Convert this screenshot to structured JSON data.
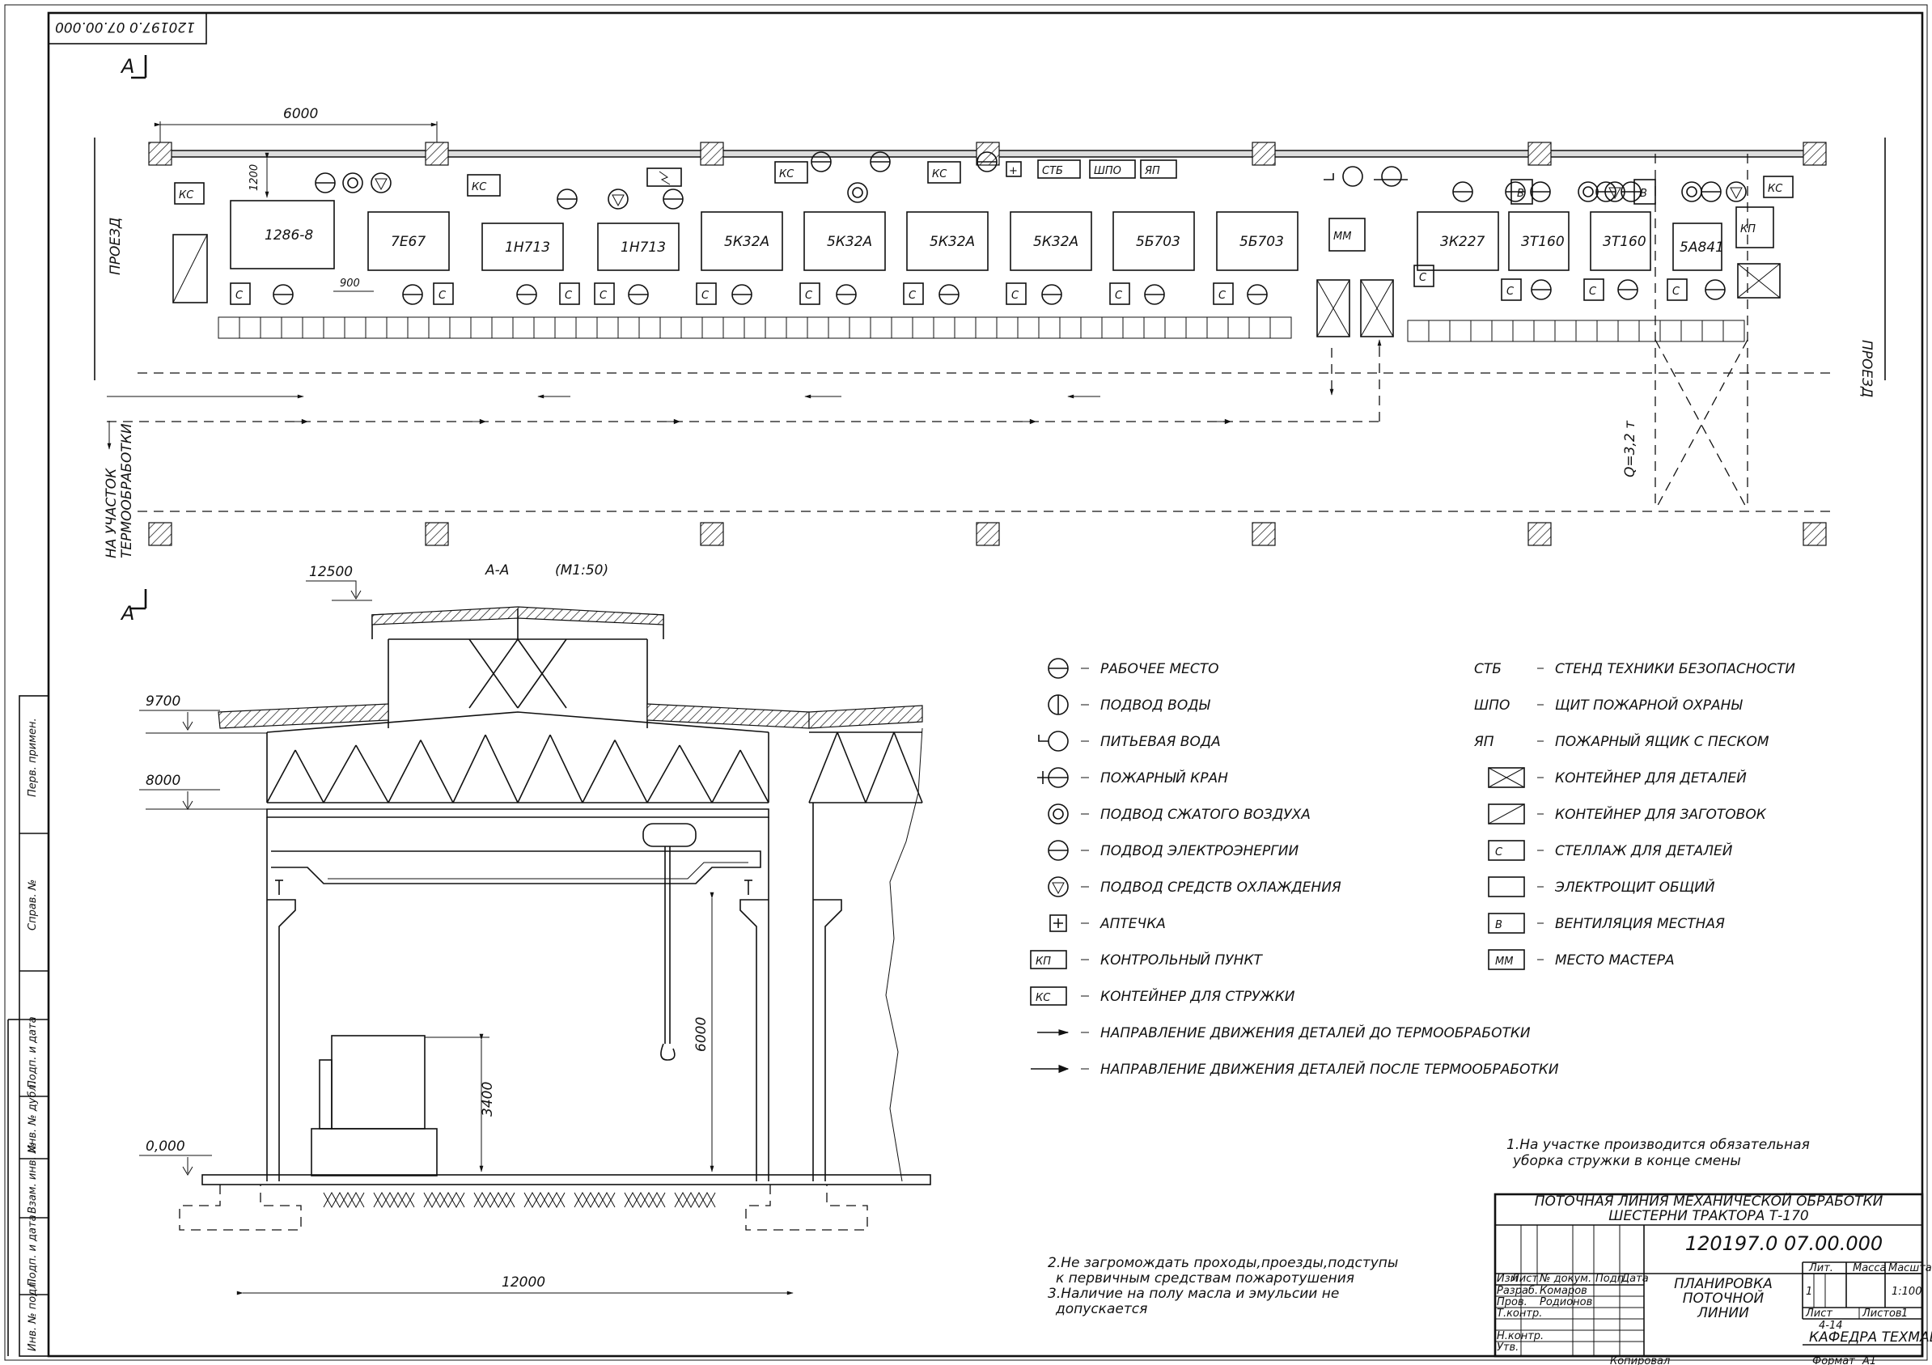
{
  "stamp_number": "120197.0 07.00.000",
  "section_marker": "A",
  "plan": {
    "dim_span": "6000",
    "dim_1200": "1200",
    "dim_900": "900",
    "aisle_left": "ПРОЕЗД",
    "aisle_right": "ПРОЕЗД",
    "to_heat": [
      "НА УЧАСТОК",
      "ТЕРМООБРАБОТКИ"
    ],
    "q_label": "Q=3,2 т",
    "cabinet_labels": [
      "КС",
      "КС",
      "КС",
      "КС",
      "СТБ",
      "ШПО",
      "ЯП",
      "КС",
      "КП",
      "ММ"
    ],
    "machines": [
      "1286-8",
      "7Е67",
      "1Н713",
      "1Н713",
      "5К32А",
      "5К32А",
      "5К32А",
      "5К32А",
      "5Б703",
      "5Б703",
      "3К227",
      "3Т160",
      "3Т160",
      "5А841"
    ],
    "small_marks": {
      "c": "С",
      "v": "В",
      "plus": "+"
    }
  },
  "section": {
    "title": "А-А",
    "scale": "(М1:50)",
    "levels": [
      "12500",
      "9700",
      "8000",
      "0,000"
    ],
    "dim_crane": "6000",
    "dim_machine": "3400",
    "dim_width": "12000"
  },
  "legend_left": [
    {
      "icon": "workplace",
      "text": "РАБОЧЕЕ МЕСТО"
    },
    {
      "icon": "water",
      "text": "ПОДВОД ВОДЫ"
    },
    {
      "icon": "drink",
      "text": "ПИТЬЕВАЯ ВОДА"
    },
    {
      "icon": "fire",
      "text": "ПОЖАРНЫЙ КРАН"
    },
    {
      "icon": "air",
      "text": "ПОДВОД СЖАТОГО ВОЗДУХА"
    },
    {
      "icon": "power",
      "text": "ПОДВОД ЭЛЕКТРОЭНЕРГИИ"
    },
    {
      "icon": "cool",
      "text": "ПОДВОД СРЕДСТВ ОХЛАЖДЕНИЯ"
    },
    {
      "icon": "aid",
      "text": "АПТЕЧКА"
    },
    {
      "icon": "box",
      "label": "КП",
      "text": "КОНТРОЛЬНЫЙ ПУНКТ"
    },
    {
      "icon": "box",
      "label": "КС",
      "text": "КОНТЕЙНЕР ДЛЯ СТРУЖКИ"
    },
    {
      "icon": "arrow",
      "text": "НАПРАВЛЕНИЕ ДВИЖЕНИЯ ДЕТАЛЕЙ ДО ТЕРМООБРАБОТКИ"
    },
    {
      "icon": "arrow2",
      "text": "НАПРАВЛЕНИЕ ДВИЖЕНИЯ ДЕТАЛЕЙ ПОСЛЕ ТЕРМООБРАБОТКИ"
    }
  ],
  "legend_right": [
    {
      "icon": "abbr",
      "label": "СТБ",
      "text": "СТЕНД ТЕХНИКИ БЕЗОПАСНОСТИ"
    },
    {
      "icon": "abbr",
      "label": "ШПО",
      "text": "ЩИТ ПОЖАРНОЙ ОХРАНЫ"
    },
    {
      "icon": "abbr",
      "label": "ЯП",
      "text": "ПОЖАРНЫЙ ЯЩИК С ПЕСКОМ"
    },
    {
      "icon": "xbox",
      "text": "КОНТЕЙНЕР ДЛЯ ДЕТАЛЕЙ"
    },
    {
      "icon": "slashbox",
      "text": "КОНТЕЙНЕР ДЛЯ ЗАГОТОВОК"
    },
    {
      "icon": "box",
      "label": "С",
      "text": "СТЕЛЛАЖ ДЛЯ ДЕТАЛЕЙ"
    },
    {
      "icon": "box",
      "label": "",
      "text": "ЭЛЕКТРОЩИТ ОБЩИЙ"
    },
    {
      "icon": "box",
      "label": "В",
      "text": "ВЕНТИЛЯЦИЯ МЕСТНАЯ"
    },
    {
      "icon": "box",
      "label": "ММ",
      "text": "МЕСТО МАСТЕРА"
    }
  ],
  "notes": {
    "n1": [
      "1.На участке производится обязательная",
      "уборка стружки в конце смены"
    ],
    "n2": [
      "2.Не загромождать проходы,проезды,подступы",
      "к первичным средствам пожаротушения",
      "3.Наличие на полу масла и эмульсии не",
      "допускается"
    ]
  },
  "title_block": {
    "project": [
      "ПОТОЧНАЯ ЛИНИЯ МЕХАНИЧЕСКОЙ ОБРАБОТКИ",
      "ШЕСТЕРНИ ТРАКТОРА Т-170"
    ],
    "code": "120197.0   07.00.000",
    "sheet_title": [
      "ПЛАНИРОВКА",
      "ПОТОЧНОЙ",
      "ЛИНИИ"
    ],
    "col_headers": [
      "Изм",
      "Лист",
      "№ докум.",
      "Подп.",
      "Дата"
    ],
    "roles": [
      "Разраб.",
      "Пров.",
      "Т.контр.",
      "Н.контр.",
      "Утв."
    ],
    "names": [
      "Комаров",
      "Родионов"
    ],
    "lit": "Лит.",
    "mass": "Масса",
    "scale_h": "Масштаб",
    "scale_v": "1:100",
    "lit_v": "1",
    "sheet": "Лист",
    "sheets": "Листов",
    "sheets_v": "1",
    "group": "4-14",
    "dept": "КАФЕДРА  ТЕХМАШ",
    "copied": "Копировал",
    "format": "Формат",
    "format_v": "А1"
  },
  "side_stamps": [
    "Перв. примен.",
    "Справ. №",
    "Подп. и дата",
    "Инв. № дубл.",
    "Взам. инв. №",
    "Подп. и дата",
    "Инв. № подл."
  ]
}
